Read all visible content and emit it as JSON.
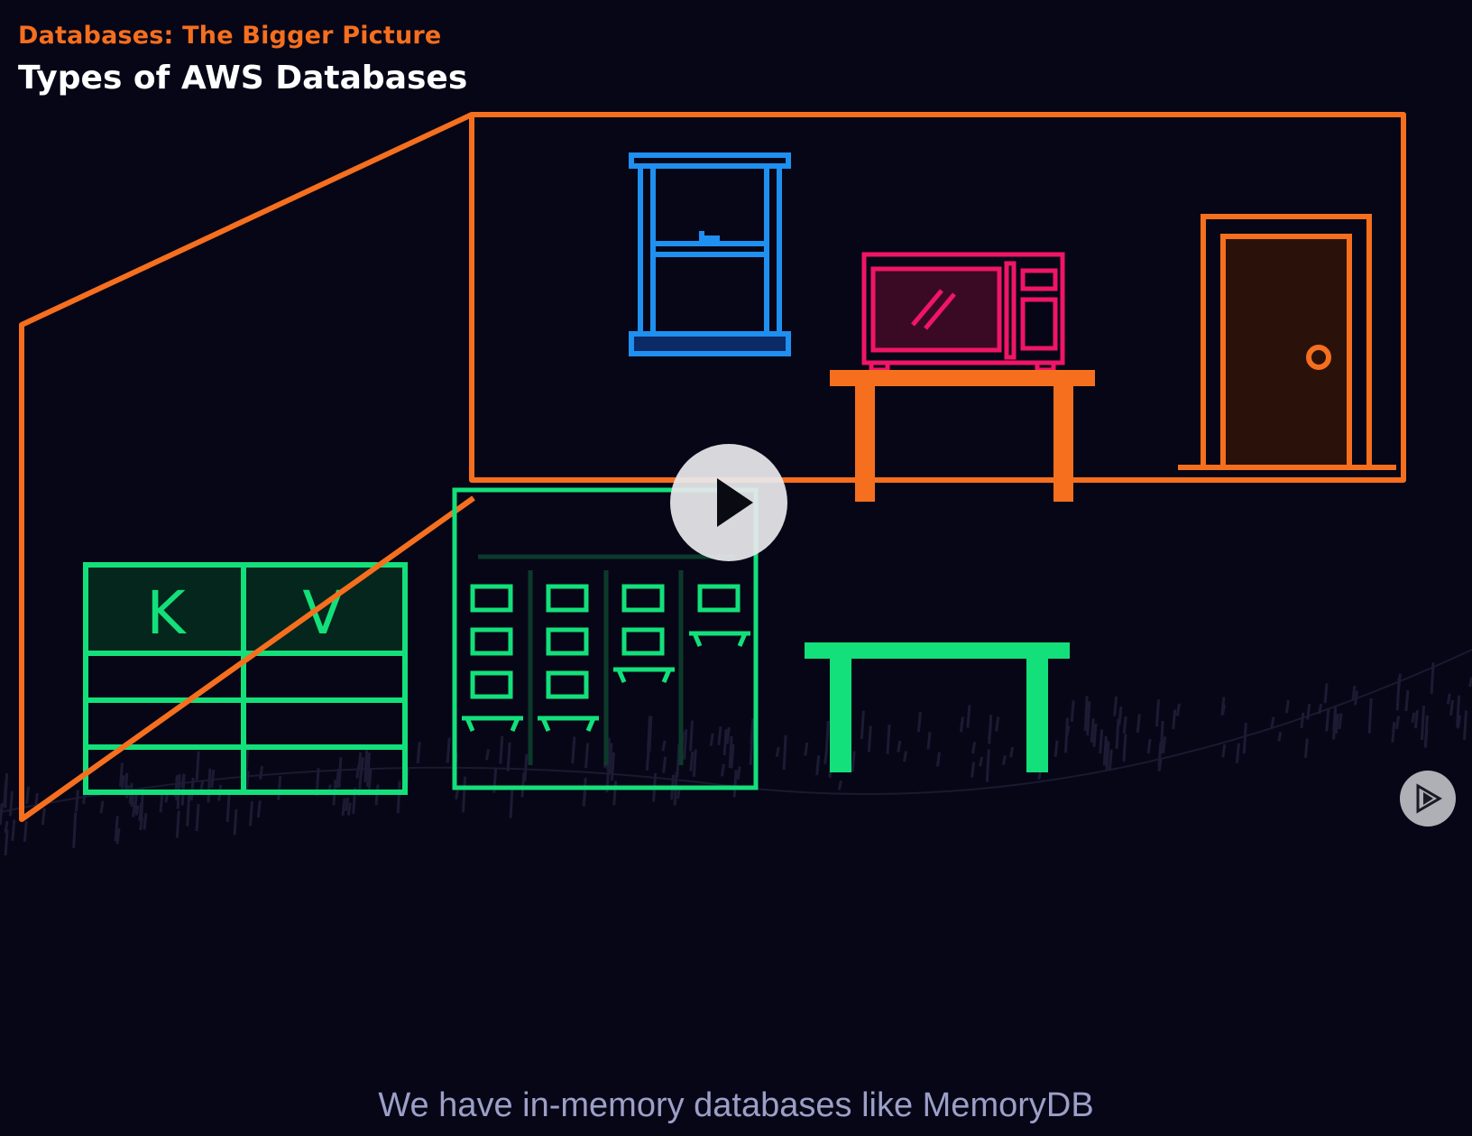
{
  "header": {
    "course_title": "Databases: The Bigger Picture",
    "slide_title": "Types of AWS Databases"
  },
  "illustration": {
    "kv_table": {
      "key_label": "K",
      "value_label": "V"
    }
  },
  "player": {
    "play_icon": "play-icon",
    "next_icon": "next-clip-icon"
  },
  "caption": {
    "text": "We have in-memory databases like MemoryDB"
  },
  "colors": {
    "background": "#070617",
    "orange": "#f56f1e",
    "green": "#13e07a",
    "blue": "#1f8ff0",
    "pink": "#f01566",
    "caption": "#9c9fc6"
  }
}
